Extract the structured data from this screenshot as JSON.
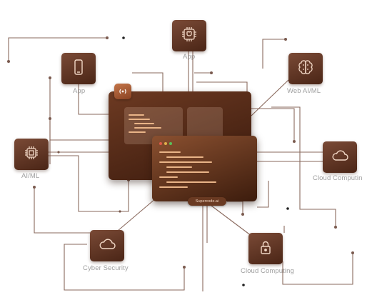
{
  "nodes": {
    "app_top": {
      "label": "App",
      "icon": "chip-brain-icon"
    },
    "app_left": {
      "label": "App",
      "icon": "smartphone-icon"
    },
    "web_aiml": {
      "label": "Web AI/ML",
      "icon": "brain-circuit-icon"
    },
    "aiml": {
      "label": "AI/ML",
      "icon": "cpu-chip-icon"
    },
    "cloud_right": {
      "label": "Cloud Computin",
      "icon": "cloud-icon"
    },
    "cyber": {
      "label": "Cyber Security",
      "icon": "cloud-icon"
    },
    "cloud_bottom": {
      "label": "Cloud Computing",
      "icon": "lock-icon"
    }
  },
  "center": {
    "badge_icon": "broadcast-icon",
    "pill_text": "Supercode.ai"
  },
  "colors": {
    "tile": "#5c3020",
    "line": "#8a6a5e",
    "label": "#9e9e9e",
    "code": "#e9b488"
  }
}
